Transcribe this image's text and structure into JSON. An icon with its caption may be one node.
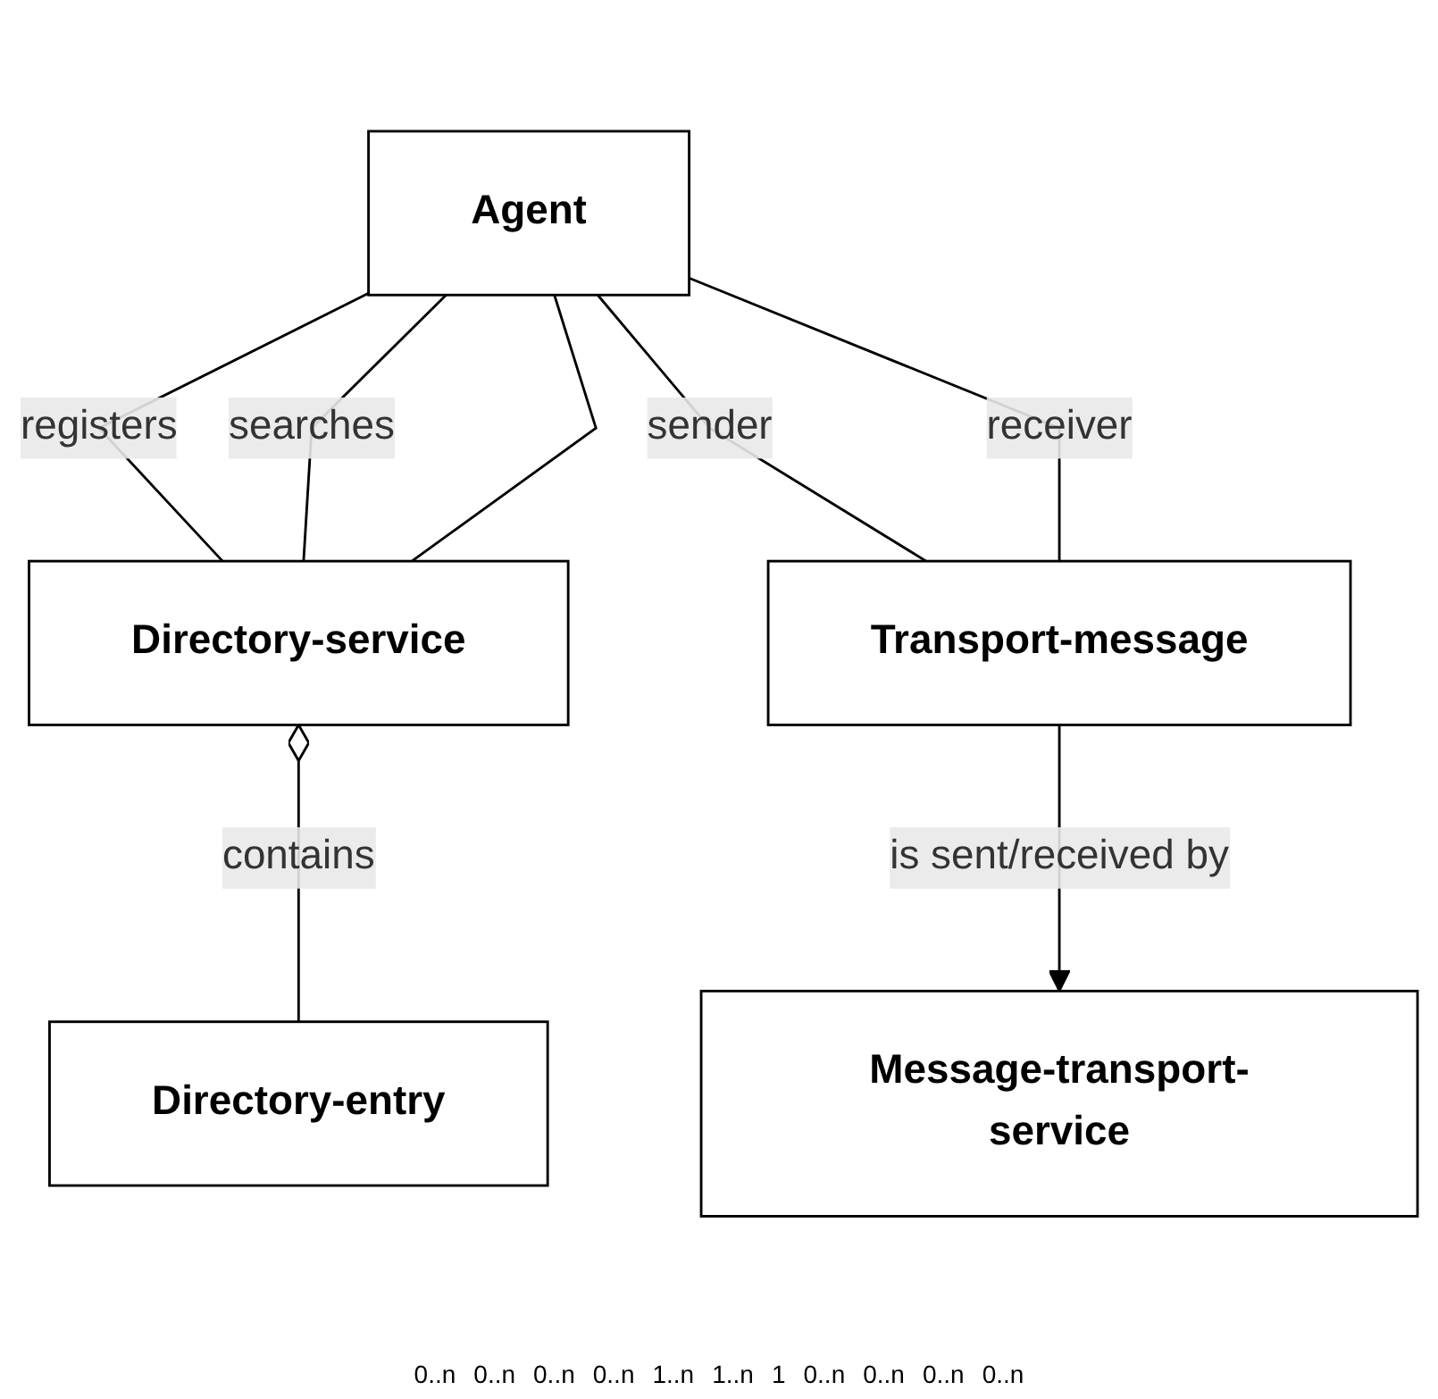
{
  "diagram": {
    "nodes": [
      {
        "text": [
          "Agent"
        ]
      },
      {
        "text": [
          "Transport-message"
        ]
      },
      {
        "text": [
          "Directory-service"
        ]
      },
      {
        "text": [
          "Message-transport-service"
        ]
      },
      {
        "text": [
          "Directory-entry"
        ]
      }
    ],
    "edges": [
      {
        "from": 0,
        "to": 2,
        "arrow": "none",
        "label": "registers"
      },
      {
        "from": 0,
        "to": 2,
        "arrow": "none",
        "label": "searches"
      },
      {
        "from": 0,
        "to": 1,
        "arrow": "none",
        "label": "sender"
      },
      {
        "from": 0,
        "to": 1,
        "arrow": "none",
        "label": "receiver"
      },
      {
        "from": 0,
        "to": 2,
        "arrow": "none"
      },
      {
        "from": 1,
        "to": 3,
        "arrow": "to",
        "label": "is sent/received by"
      },
      {
        "from": 2,
        "to": 4,
        "arrow": "other",
        "label": "contains"
      }
    ],
    "labels": [
      "0..n",
      "0..n",
      "0..n",
      "0..n",
      "1..n",
      "1..n",
      "1",
      "0..n",
      "0..n",
      "0..n",
      "0..n"
    ]
  }
}
